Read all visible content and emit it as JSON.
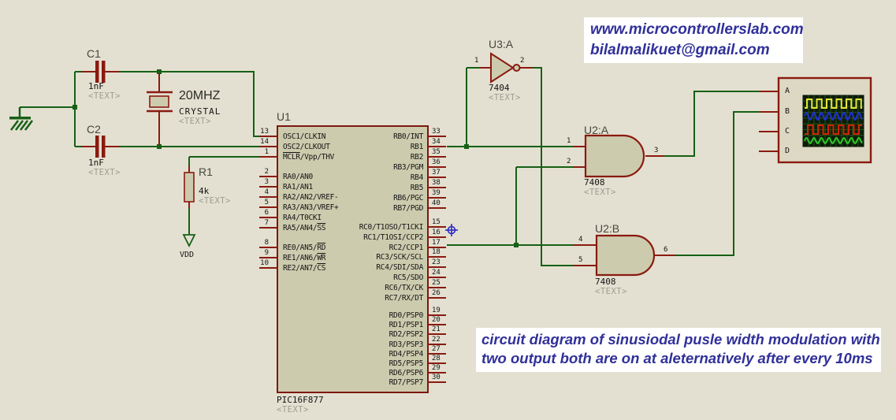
{
  "header": {
    "website": "www.microcontrollerslab.com",
    "email": "bilalmalikuet@gmail.com"
  },
  "caption": {
    "line1": "circuit diagram of sinusiodal pusle width modulation with",
    "line2": "two output both are on at aleternatively after every 10ms"
  },
  "components": {
    "c1": {
      "ref": "C1",
      "value": "1nF",
      "text": "<TEXT>"
    },
    "c2": {
      "ref": "C2",
      "value": "1nF",
      "text": "<TEXT>"
    },
    "crystal": {
      "value": "20MHZ",
      "name": "CRYSTAL",
      "text": "<TEXT>"
    },
    "r1": {
      "ref": "R1",
      "value": "4k",
      "text": "<TEXT>"
    },
    "vdd": {
      "label": "VDD"
    },
    "u1": {
      "ref": "U1",
      "part": "PIC16F877",
      "text": "<TEXT>",
      "left_pin_groups": [
        [
          {
            "n": "13",
            "pre": "OSC1/CLKIN",
            "bar": "",
            "post": ""
          },
          {
            "n": "14",
            "pre": "OSC2/CLKOUT",
            "bar": "",
            "post": ""
          },
          {
            "n": "1",
            "pre": "",
            "bar": "MCLR",
            "post": "/Vpp/THV"
          }
        ],
        [
          {
            "n": "2",
            "pre": "RA0/AN0",
            "bar": "",
            "post": ""
          },
          {
            "n": "3",
            "pre": "RA1/AN1",
            "bar": "",
            "post": ""
          },
          {
            "n": "4",
            "pre": "RA2/AN2/VREF-",
            "bar": "",
            "post": ""
          },
          {
            "n": "5",
            "pre": "RA3/AN3/VREF+",
            "bar": "",
            "post": ""
          },
          {
            "n": "6",
            "pre": "RA4/T0CKI",
            "bar": "",
            "post": ""
          },
          {
            "n": "7",
            "pre": "RA5/AN4/",
            "bar": "SS",
            "post": ""
          }
        ],
        [
          {
            "n": "8",
            "pre": "RE0/AN5/",
            "bar": "RD",
            "post": ""
          },
          {
            "n": "9",
            "pre": "RE1/AN6/",
            "bar": "WR",
            "post": ""
          },
          {
            "n": "10",
            "pre": "RE2/AN7/",
            "bar": "CS",
            "post": ""
          }
        ]
      ],
      "right_pin_groups": [
        [
          {
            "n": "33",
            "pre": "RB0/INT",
            "bar": "",
            "post": ""
          },
          {
            "n": "34",
            "pre": "RB1",
            "bar": "",
            "post": ""
          },
          {
            "n": "35",
            "pre": "RB2",
            "bar": "",
            "post": ""
          },
          {
            "n": "36",
            "pre": "RB3/PGM",
            "bar": "",
            "post": ""
          },
          {
            "n": "37",
            "pre": "RB4",
            "bar": "",
            "post": ""
          },
          {
            "n": "38",
            "pre": "RB5",
            "bar": "",
            "post": ""
          },
          {
            "n": "39",
            "pre": "RB6/PGC",
            "bar": "",
            "post": ""
          },
          {
            "n": "40",
            "pre": "RB7/PGD",
            "bar": "",
            "post": ""
          }
        ],
        [
          {
            "n": "15",
            "pre": "RC0/T1OSO/T1CKI",
            "bar": "",
            "post": ""
          },
          {
            "n": "16",
            "pre": "RC1/T1OSI/CCP2",
            "bar": "",
            "post": ""
          },
          {
            "n": "17",
            "pre": "RC2/CCP1",
            "bar": "",
            "post": ""
          },
          {
            "n": "18",
            "pre": "RC3/SCK/SCL",
            "bar": "",
            "post": ""
          },
          {
            "n": "23",
            "pre": "RC4/SDI/SDA",
            "bar": "",
            "post": ""
          },
          {
            "n": "24",
            "pre": "RC5/SDO",
            "bar": "",
            "post": ""
          },
          {
            "n": "25",
            "pre": "RC6/TX/CK",
            "bar": "",
            "post": ""
          },
          {
            "n": "26",
            "pre": "RC7/RX/DT",
            "bar": "",
            "post": ""
          }
        ],
        [
          {
            "n": "19",
            "pre": "RD0/PSP0",
            "bar": "",
            "post": ""
          },
          {
            "n": "20",
            "pre": "RD1/PSP1",
            "bar": "",
            "post": ""
          },
          {
            "n": "21",
            "pre": "RD2/PSP2",
            "bar": "",
            "post": ""
          },
          {
            "n": "22",
            "pre": "RD3/PSP3",
            "bar": "",
            "post": ""
          },
          {
            "n": "27",
            "pre": "RD4/PSP4",
            "bar": "",
            "post": ""
          },
          {
            "n": "28",
            "pre": "RD5/PSP5",
            "bar": "",
            "post": ""
          },
          {
            "n": "29",
            "pre": "RD6/PSP6",
            "bar": "",
            "post": ""
          },
          {
            "n": "30",
            "pre": "RD7/PSP7",
            "bar": "",
            "post": ""
          }
        ]
      ]
    },
    "u3a": {
      "ref": "U3:A",
      "part": "7404",
      "text": "<TEXT>",
      "pin_in": "1",
      "pin_out": "2"
    },
    "u2a": {
      "ref": "U2:A",
      "part": "7408",
      "text": "<TEXT>",
      "pin_in1": "1",
      "pin_in2": "2",
      "pin_out": "3"
    },
    "u2b": {
      "ref": "U2:B",
      "part": "7408",
      "text": "<TEXT>",
      "pin_in1": "4",
      "pin_in2": "5",
      "pin_out": "6"
    },
    "scope": {
      "channels": [
        "A",
        "B",
        "C",
        "D"
      ],
      "waveforms": [
        {
          "channel": "A",
          "shape": "square",
          "color": "#e4e440"
        },
        {
          "channel": "B",
          "shape": "sine",
          "color": "#2030d8"
        },
        {
          "channel": "C",
          "shape": "square",
          "color": "#cc2405"
        },
        {
          "channel": "D",
          "shape": "sine",
          "color": "#2cc82c"
        }
      ]
    }
  },
  "colors": {
    "background": "#e3e0d1",
    "wire_green": "#166016",
    "component_outline": "#8a1a10",
    "component_fill": "#cdcbae",
    "annotation_blue": "#30309a",
    "muted_text": "#9c9c90",
    "screen_bg": "#0c1e08",
    "screen_grid": "#275017"
  }
}
